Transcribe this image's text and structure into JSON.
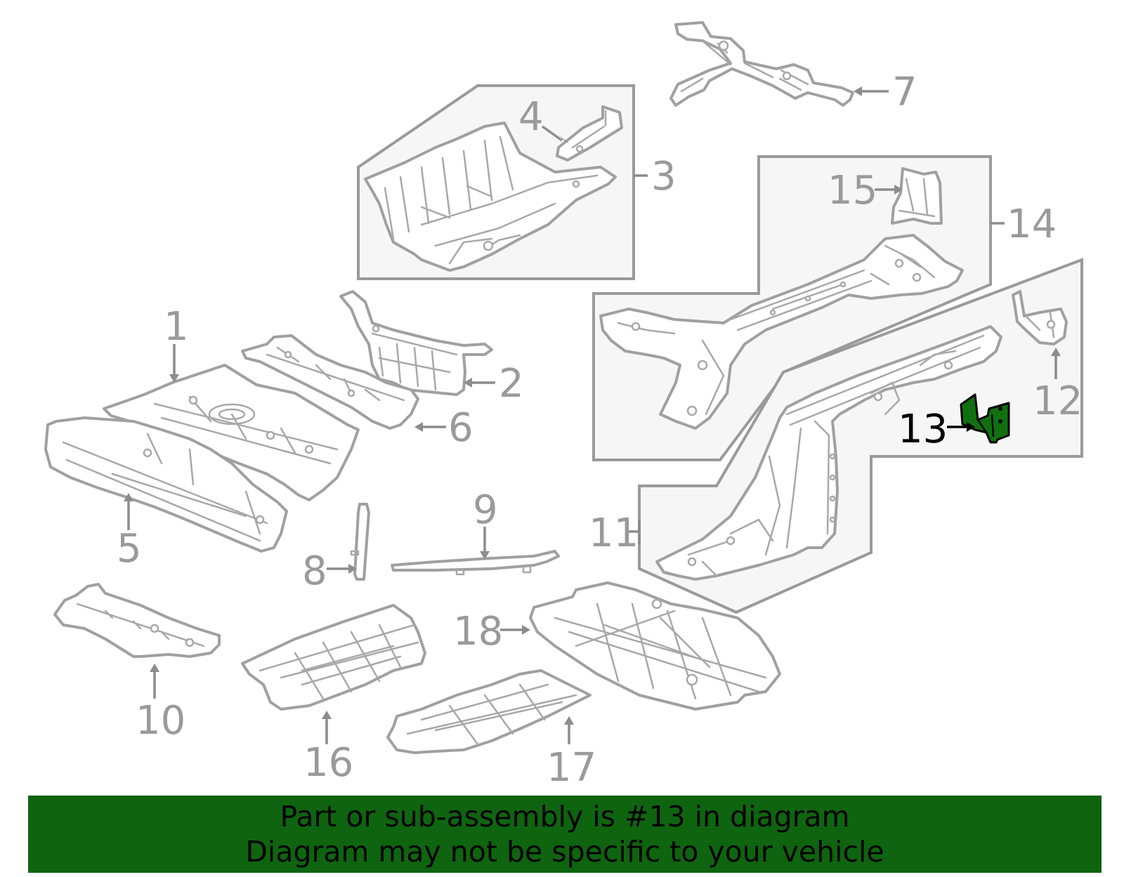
{
  "diagram": {
    "callouts": {
      "c1": "1",
      "c2": "2",
      "c3": "3",
      "c4": "4",
      "c5": "5",
      "c6": "6",
      "c7": "7",
      "c8": "8",
      "c9": "9",
      "c10": "10",
      "c11": "11",
      "c12": "12",
      "c13": "13",
      "c14": "14",
      "c15": "15",
      "c16": "16",
      "c17": "17",
      "c18": "18"
    },
    "highlighted_part": "13",
    "colors": {
      "highlight_fill": "#107010",
      "line_art": "#a0a0a0",
      "group_box_fill": "#f6f6f6",
      "banner_background": "#0f6410"
    }
  },
  "banner": {
    "line1": "Part or sub-assembly is #13 in diagram",
    "line2": "Diagram may not be specific to your vehicle"
  }
}
